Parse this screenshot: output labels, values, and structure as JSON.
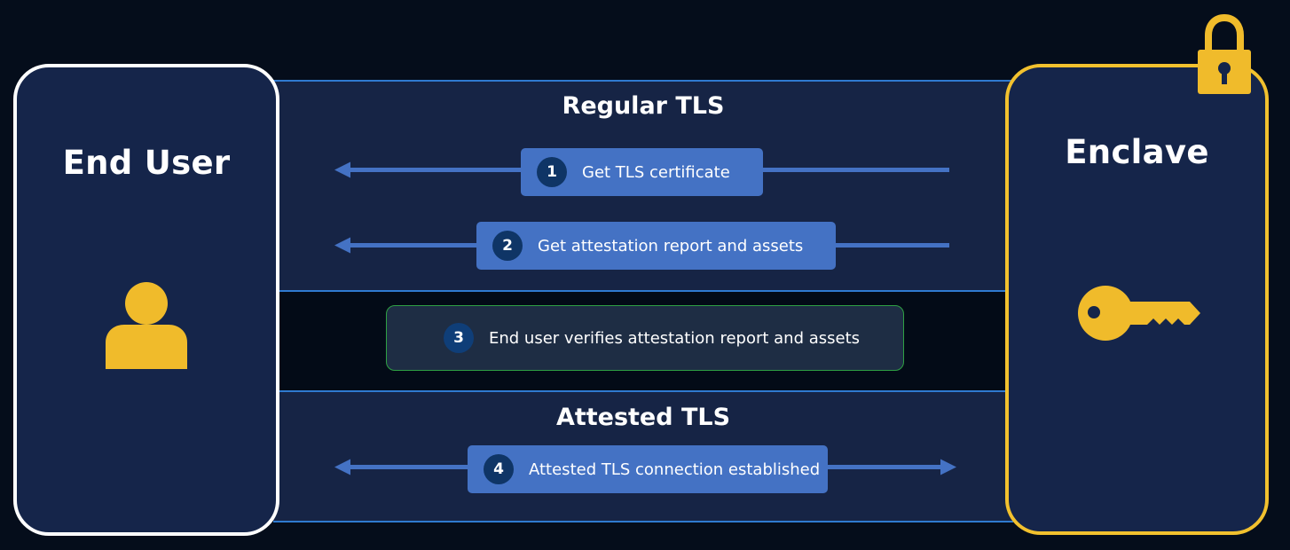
{
  "parties": {
    "end_user": "End User",
    "enclave": "Enclave"
  },
  "sections": {
    "regular_tls": "Regular TLS",
    "attested_tls": "Attested TLS"
  },
  "steps": [
    {
      "number": "1",
      "label": "Get TLS certificate"
    },
    {
      "number": "2",
      "label": "Get attestation report and assets"
    },
    {
      "number": "3",
      "label": "End user verifies attestation report and assets"
    },
    {
      "number": "4",
      "label": "Attested TLS connection established"
    }
  ],
  "icons": {
    "end_user": "person-icon",
    "enclave": "key-icon",
    "lock": "padlock-icon"
  },
  "colors": {
    "background": "#050d1b",
    "panel": "#162445",
    "accent_blue": "#4472c4",
    "line_blue": "#2f7ad0",
    "enclave_border": "#f2c12e",
    "icon_yellow": "#f0bb2b",
    "verify_border": "#2ea043"
  }
}
